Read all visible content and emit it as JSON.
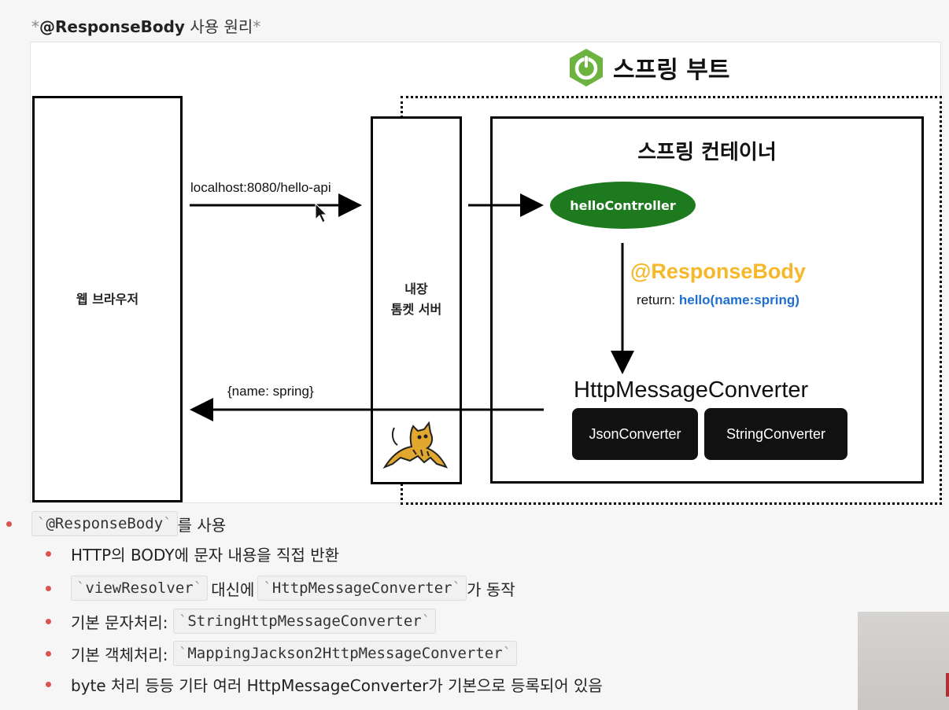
{
  "heading": {
    "star_left": "*",
    "title": "@ResponseBody",
    "subtitle": " 사용 원리",
    "star_right": "*"
  },
  "diagram": {
    "spring_boot": "스프링 부트",
    "browser_label": "웹 브라우저",
    "tomcat_label_line1": "내장",
    "tomcat_label_line2": "톰켓 서버",
    "container_title": "스프링 컨테이너",
    "controller": "helloController",
    "response_body": "@ResponseBody",
    "return_prefix": "return: ",
    "return_value": "hello(name:spring)",
    "converter_title": "HttpMessageConverter",
    "json_converter": "JsonConverter",
    "string_converter": "StringConverter",
    "request_url": "localhost:8080/hello-api",
    "response_body_text": "{name: spring}"
  },
  "notes": {
    "main": {
      "code": "@ResponseBody",
      "text": "를 사용"
    },
    "items": [
      {
        "text": "HTTP의 BODY에 문자 내용을 직접 반환"
      },
      {
        "code1": "viewResolver",
        "mid": "대신에",
        "code2": "HttpMessageConverter",
        "text": "가 동작"
      },
      {
        "prefix": "기본 문자처리: ",
        "code": "StringHttpMessageConverter"
      },
      {
        "prefix": "기본 객체처리: ",
        "code": "MappingJackson2HttpMessageConverter"
      },
      {
        "text": "byte 처리 등등 기타 여러 HttpMessageConverter가 기본으로 등록되어 있음"
      }
    ]
  },
  "colors": {
    "controller_bg": "#1d7a1f",
    "response_body_color": "#f6b829",
    "return_value_color": "#1e6fd0",
    "bullet_color": "#d9534f",
    "spring_green": "#6db33f"
  },
  "icons": {
    "spring_logo": "power-icon",
    "tomcat_logo": "tomcat-cat-icon",
    "cursor": "mouse-cursor-icon"
  }
}
